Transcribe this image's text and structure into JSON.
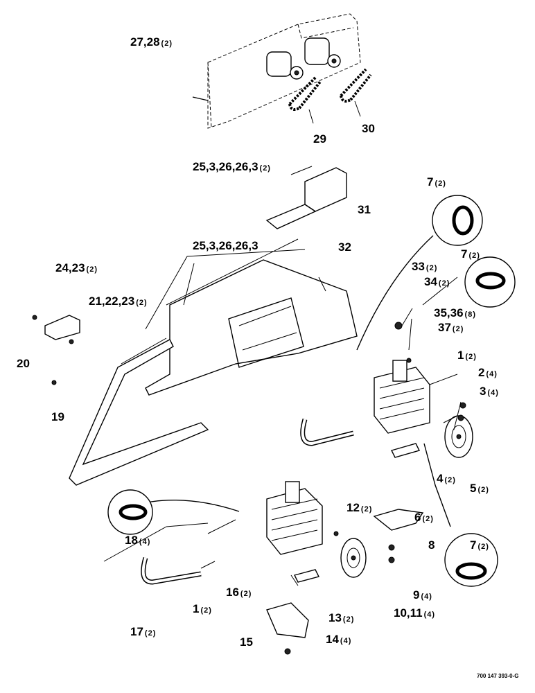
{
  "callouts": [
    {
      "id": "c-27-28",
      "label": "27,28",
      "qty": "(2)"
    },
    {
      "id": "c-29",
      "label": "29",
      "qty": ""
    },
    {
      "id": "c-30",
      "label": "30",
      "qty": ""
    },
    {
      "id": "c-25-a",
      "label": "25,3,26,26,3",
      "qty": "(2)"
    },
    {
      "id": "c-31",
      "label": "31",
      "qty": ""
    },
    {
      "id": "c-25-b",
      "label": "25,3,26,26,3",
      "qty": ""
    },
    {
      "id": "c-32",
      "label": "32",
      "qty": ""
    },
    {
      "id": "c-24-23",
      "label": "24,23",
      "qty": "(2)"
    },
    {
      "id": "c-21-22-23",
      "label": "21,22,23",
      "qty": "(2)"
    },
    {
      "id": "c-20",
      "label": "20",
      "qty": ""
    },
    {
      "id": "c-19",
      "label": "19",
      "qty": ""
    },
    {
      "id": "c-7-top",
      "label": "7",
      "qty": "(2)"
    },
    {
      "id": "c-7-mid",
      "label": "7",
      "qty": "(2)"
    },
    {
      "id": "c-33",
      "label": "33",
      "qty": "(2)"
    },
    {
      "id": "c-34",
      "label": "34",
      "qty": "(2)"
    },
    {
      "id": "c-35-36",
      "label": "35,36",
      "qty": "(8)"
    },
    {
      "id": "c-37",
      "label": "37",
      "qty": "(2)"
    },
    {
      "id": "c-1-right",
      "label": "1",
      "qty": "(2)"
    },
    {
      "id": "c-2",
      "label": "2",
      "qty": "(4)"
    },
    {
      "id": "c-3",
      "label": "3",
      "qty": "(4)"
    },
    {
      "id": "c-4",
      "label": "4",
      "qty": "(2)"
    },
    {
      "id": "c-5",
      "label": "5",
      "qty": "(2)"
    },
    {
      "id": "c-12",
      "label": "12",
      "qty": "(2)"
    },
    {
      "id": "c-6",
      "label": "6",
      "qty": "(2)"
    },
    {
      "id": "c-8",
      "label": "8",
      "qty": ""
    },
    {
      "id": "c-7-bot",
      "label": "7",
      "qty": "(2)"
    },
    {
      "id": "c-18",
      "label": "18",
      "qty": "(4)"
    },
    {
      "id": "c-9",
      "label": "9",
      "qty": "(4)"
    },
    {
      "id": "c-16",
      "label": "16",
      "qty": "(2)"
    },
    {
      "id": "c-1-left",
      "label": "1",
      "qty": "(2)"
    },
    {
      "id": "c-10-11",
      "label": "10,11",
      "qty": "(4)"
    },
    {
      "id": "c-17",
      "label": "17",
      "qty": "(2)"
    },
    {
      "id": "c-13",
      "label": "13",
      "qty": "(2)"
    },
    {
      "id": "c-15",
      "label": "15",
      "qty": ""
    },
    {
      "id": "c-14",
      "label": "14",
      "qty": "(4)"
    }
  ],
  "drawing_ref": "700 147 393-0-G"
}
